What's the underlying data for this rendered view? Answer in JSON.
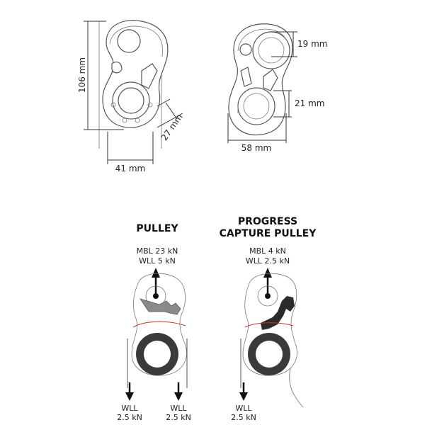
{
  "dimensions": {
    "height": "106 mm",
    "width_left": "41 mm",
    "thickness": "27 mm",
    "width_right": "58 mm",
    "hole_top": "19 mm",
    "hole_bottom": "21 mm"
  },
  "pulley": {
    "title": "PULLEY",
    "mbl": "MBL 23 kN",
    "wll": "WLL 5 kN",
    "left_wll_label": "WLL",
    "left_wll_value": "2.5 kN",
    "right_wll_label": "WLL",
    "right_wll_value": "2.5 kN"
  },
  "progress_capture": {
    "title_line1": "PROGRESS",
    "title_line2": "CAPTURE PULLEY",
    "mbl": "MBL 4 kN",
    "wll": "WLL 2.5 kN",
    "wll_label": "WLL",
    "wll_value": "2.5 kN"
  },
  "colors": {
    "sheave": "#3a3a3a",
    "cam_gray": "#8a8a8a",
    "cam_dark": "#2b2b2b",
    "rope_line": "#c0392b"
  }
}
